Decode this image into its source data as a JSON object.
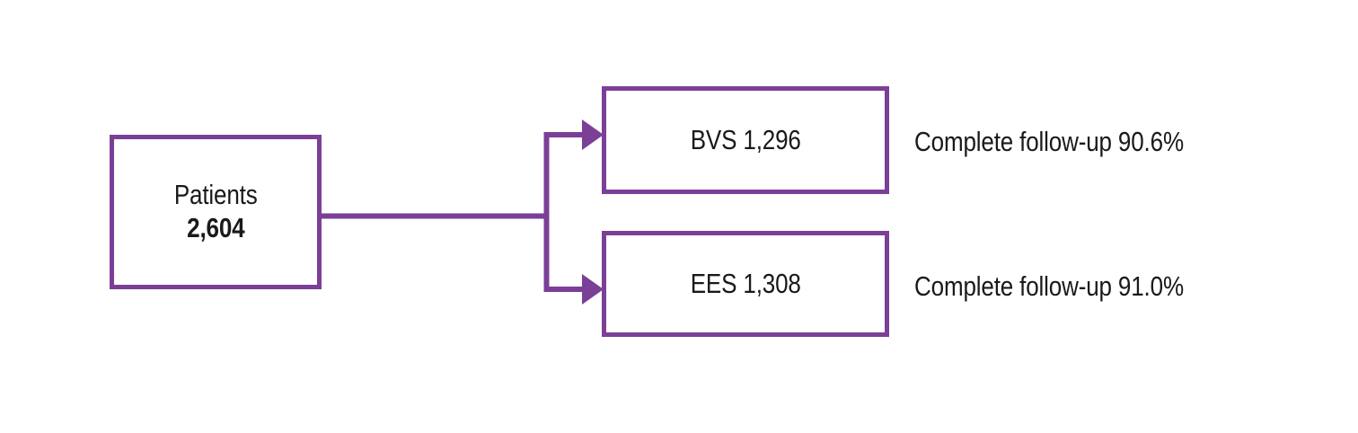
{
  "diagram": {
    "type": "flowchart",
    "orientation": "left-to-right",
    "accent_color": "#7b3f98",
    "text_color": "#1a1a1a",
    "background_color": "#ffffff",
    "nodes": [
      {
        "id": "patients",
        "line1": "Patients",
        "line2": "2,604",
        "line2_bold": true,
        "value": 2604
      },
      {
        "id": "bvs",
        "label": "BVS 1,296",
        "arm": "BVS",
        "value": 1296
      },
      {
        "id": "ees",
        "label": "EES 1,308",
        "arm": "EES",
        "value": 1308
      }
    ],
    "annotations": [
      {
        "id": "bvs-followup",
        "text": "Complete follow-up 90.6%",
        "percent": 90.6,
        "for_node": "bvs"
      },
      {
        "id": "ees-followup",
        "text": "Complete follow-up 91.0%",
        "percent": 91.0,
        "for_node": "ees"
      }
    ],
    "edges": [
      {
        "from": "patients",
        "to": "bvs",
        "arrow": "arrowhead-right"
      },
      {
        "from": "patients",
        "to": "ees",
        "arrow": "arrowhead-right"
      }
    ]
  }
}
